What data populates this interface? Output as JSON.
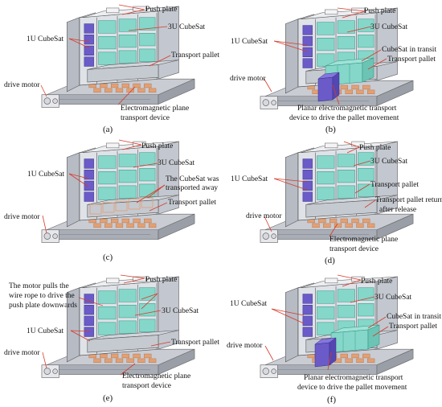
{
  "figure": {
    "panels": [
      {
        "id": "a",
        "caption": "(a)",
        "labels": {
          "push_plate": "Push plate",
          "cubesat_3u": "3U CubeSat",
          "cubesat_1u": "1U CubeSat",
          "transport_pallet": "Transport pallet",
          "drive_motor": "drive motor",
          "em_device_1": "Electromagnetic plane",
          "em_device_2": "transport device"
        }
      },
      {
        "id": "b",
        "caption": "(b)",
        "labels": {
          "push_plate": "Push plate",
          "cubesat_3u": "3U CubeSat",
          "cubesat_1u": "1U CubeSat",
          "cubesat_transit": "CubeSat in transit",
          "transport_pallet": "Transport pallet",
          "drive_motor": "drive motor",
          "planar_1": "Planar electromagnetic transport",
          "planar_2": "device to drive the pallet movement"
        }
      },
      {
        "id": "c",
        "caption": "(c)",
        "labels": {
          "push_plate": "Push plate",
          "cubesat_3u": "3U CubeSat",
          "cubesat_1u": "1U CubeSat",
          "transported_1": "The CubeSat was",
          "transported_2": "transported away",
          "transport_pallet": "Transport pallet",
          "drive_motor": "drive motor"
        }
      },
      {
        "id": "d",
        "caption": "(d)",
        "labels": {
          "push_plate": "Push plate",
          "cubesat_3u": "3U CubeSat",
          "cubesat_1u": "1U CubeSat",
          "transport_pallet": "Transport pallet",
          "return_1": "Transport pallet return",
          "return_2": "after release",
          "drive_motor": "drive motor",
          "em_device_1": "Electromagnetic plane",
          "em_device_2": "transport device"
        }
      },
      {
        "id": "e",
        "caption": "(e)",
        "labels": {
          "motor_1": "The motor pulls the",
          "motor_2": "wire rope to drive the",
          "motor_3": "push plate downwards",
          "push_plate": "Push plate",
          "cubesat_3u": "3U CubeSat",
          "cubesat_1u": "1U CubeSat",
          "transport_pallet": "Transport pallet",
          "drive_motor": "drive motor",
          "em_device_1": "Electromagnetic plane",
          "em_device_2": "transport device"
        }
      },
      {
        "id": "f",
        "caption": "(f)",
        "labels": {
          "push_plate": "Push plate",
          "cubesat_3u": "3U CubeSat",
          "cubesat_1u": "1U CubeSat",
          "cubesat_transit": "CubeSat in transit",
          "transport_pallet": "Transport pallet",
          "drive_motor": "drive motor",
          "planar_1": "Planar electromagnetic transport",
          "planar_2": "device to drive the pallet movement"
        }
      }
    ]
  }
}
